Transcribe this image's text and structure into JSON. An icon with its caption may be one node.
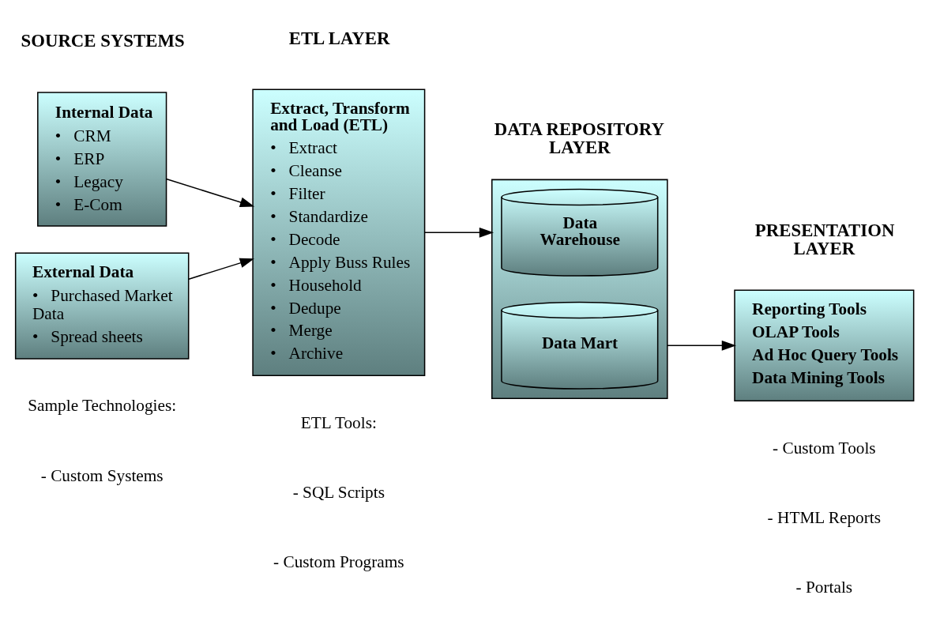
{
  "diagram": {
    "nodes": [
      {
        "text": [
          "Internal Data",
          "•   CRM",
          "•   ERP",
          "•   Legacy",
          "•   E-Com"
        ]
      },
      {
        "text": [
          "External Data",
          "•   Purchased Market Data",
          "•   Spread sheets"
        ]
      },
      {
        "text": [
          "Extract, Transform and Load (ETL)",
          "•   Extract",
          "•   Cleanse",
          "•   Filter",
          "•   Standardize",
          "•   Decode",
          "•   Apply Buss Rules",
          "•   Household",
          "•   Dedupe",
          "•   Merge",
          "•   Archive"
        ]
      },
      {
        "text": [],
        "shape": "box"
      },
      {
        "text": [
          "Data Warehouse"
        ],
        "in": 3
      },
      {
        "text": [
          "Data Mart"
        ],
        "in": 3
      },
      {
        "text": [
          "Reporting Tools",
          "OLAP Tools",
          "Ad Hoc Query Tools",
          "Data Mining Tools"
        ]
      }
    ],
    "edges": [
      {
        "from": 0,
        "to": 2,
        "arrow": "to"
      },
      {
        "from": 1,
        "to": 2,
        "arrow": "to"
      },
      {
        "from": 2,
        "to": 3,
        "arrow": "to"
      },
      {
        "from": 3,
        "to": 6,
        "arrow": "to"
      }
    ],
    "labels": [
      "SOURCE SYSTEMS",
      "ETL LAYER",
      "DATA REPOSITORY LAYER",
      "PRESENTATION LAYER",
      "Sample Technologies:",
      "- Custom Systems",
      "ETL Tools:",
      "- SQL Scripts",
      "- Custom Programs",
      "- Custom Tools",
      "- HTML Reports",
      "- Portals"
    ]
  }
}
